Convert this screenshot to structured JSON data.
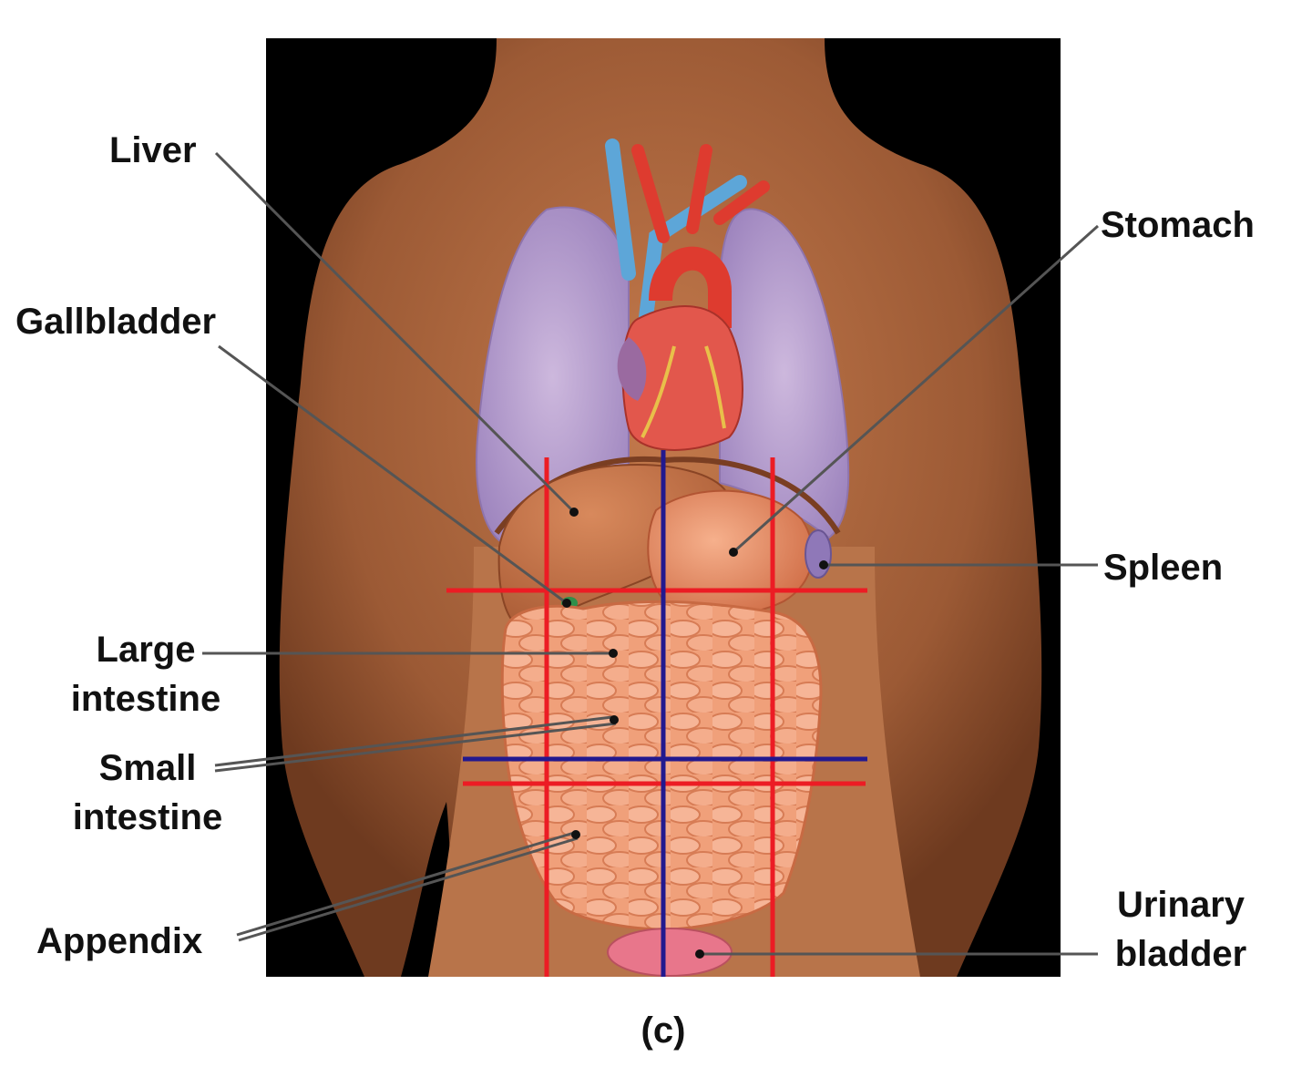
{
  "labels": {
    "liver": "Liver",
    "gallbladder": "Gallbladder",
    "large_intestine": [
      "Large",
      "intestine"
    ],
    "small_intestine": [
      "Small",
      "intestine"
    ],
    "appendix": "Appendix",
    "stomach": "Stomach",
    "spleen": "Spleen",
    "urinary_bladder": [
      "Urinary",
      "bladder"
    ]
  },
  "panel_letter": "(c)",
  "colors": {
    "background": "#000000",
    "skin": "#a7643d",
    "lungs": "#b9a1cf",
    "heart": "#e2574c",
    "vein": "#5da6d8",
    "artery": "#de3b2f",
    "digestive_organs": "#e98a63",
    "intestines": "#f2a07a",
    "gallbladder": "#2f8f4a",
    "spleen": "#8f78b8",
    "region_lines_red": "#ec1c24",
    "region_lines_blue": "#22198f",
    "leader_lines": "#555555"
  }
}
